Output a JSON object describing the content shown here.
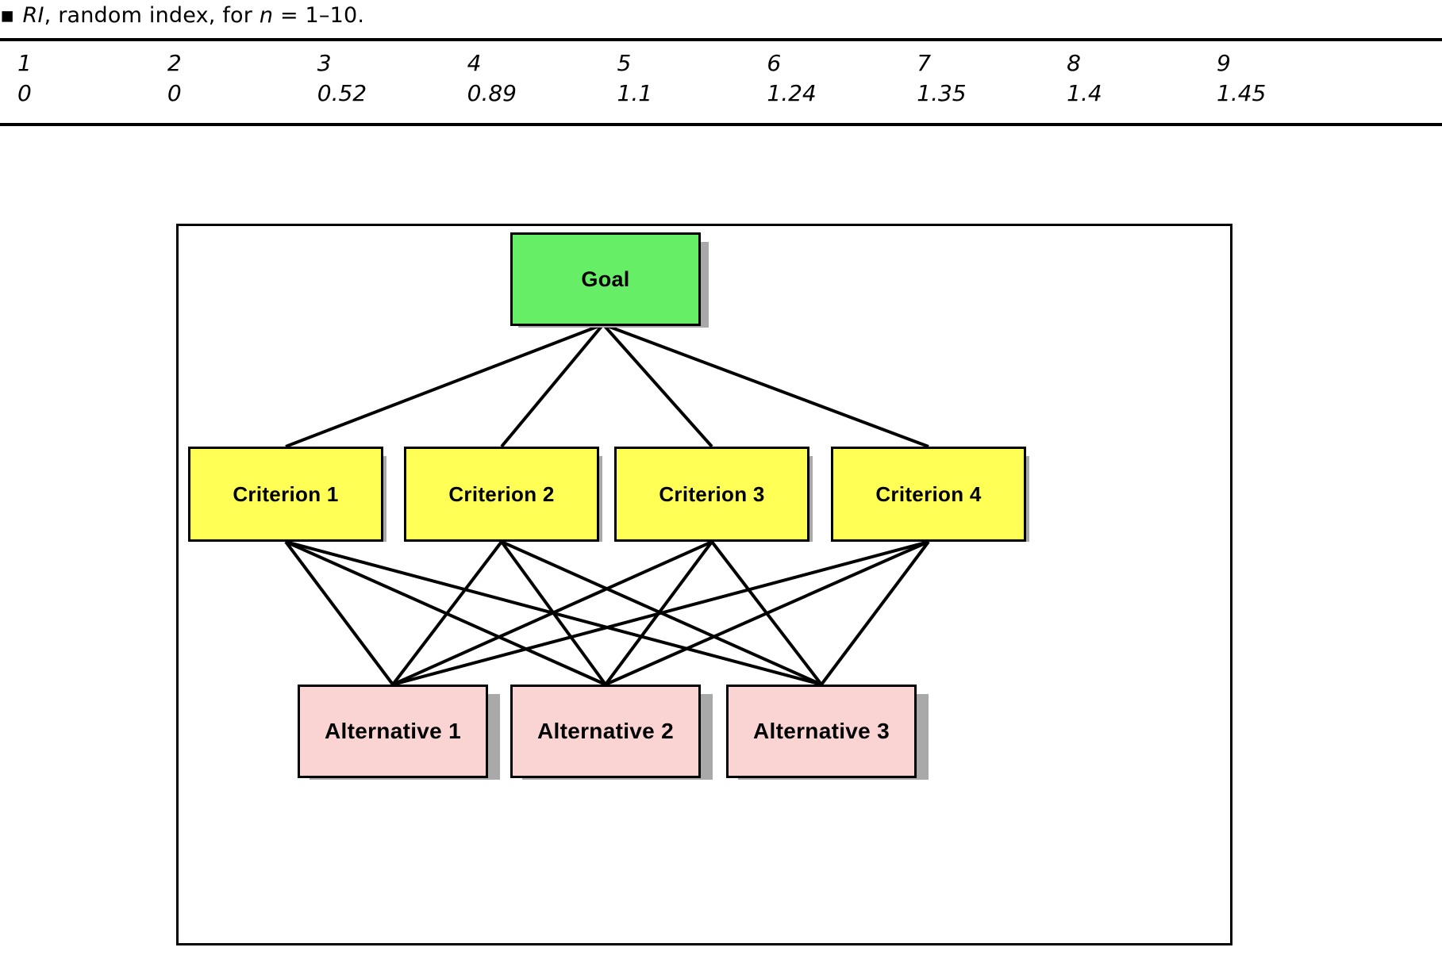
{
  "caption": {
    "bullet": "▪",
    "text_parts": {
      "lead_italic": "RI",
      "rest": ", random index, for ",
      "n_italic": "n",
      "tail": " = 1–10."
    },
    "full": "RI, random index, for n = 1–10."
  },
  "table": {
    "headers": [
      "1",
      "2",
      "3",
      "4",
      "5",
      "6",
      "7",
      "8",
      "9"
    ],
    "values": [
      "0",
      "0",
      "0.52",
      "0.89",
      "1.1",
      "1.24",
      "1.35",
      "1.4",
      "1.45"
    ]
  },
  "chart_data": {
    "type": "table",
    "title": "RI, random index, for n = 1–10.",
    "categories": [
      "1",
      "2",
      "3",
      "4",
      "5",
      "6",
      "7",
      "8",
      "9"
    ],
    "values": [
      0,
      0,
      0.52,
      0.89,
      1.1,
      1.24,
      1.35,
      1.4,
      1.45
    ],
    "xlabel": "n",
    "ylabel": "RI"
  },
  "diagram": {
    "type": "ahp-hierarchy",
    "levels": [
      "goal",
      "criteria",
      "alternatives"
    ],
    "goal": {
      "label": "Goal",
      "color": "#66ee66"
    },
    "criteria": {
      "color": "#ffff55",
      "items": [
        {
          "label": "Criterion 1"
        },
        {
          "label": "Criterion 2"
        },
        {
          "label": "Criterion 3"
        },
        {
          "label": "Criterion 4"
        }
      ]
    },
    "alternatives": {
      "color": "#fad3d3",
      "items": [
        {
          "label": "Alternative 1"
        },
        {
          "label": "Alternative 2"
        },
        {
          "label": "Alternative 3"
        }
      ]
    },
    "shadow_color": "#a9a9a9",
    "line_color": "#000000"
  }
}
